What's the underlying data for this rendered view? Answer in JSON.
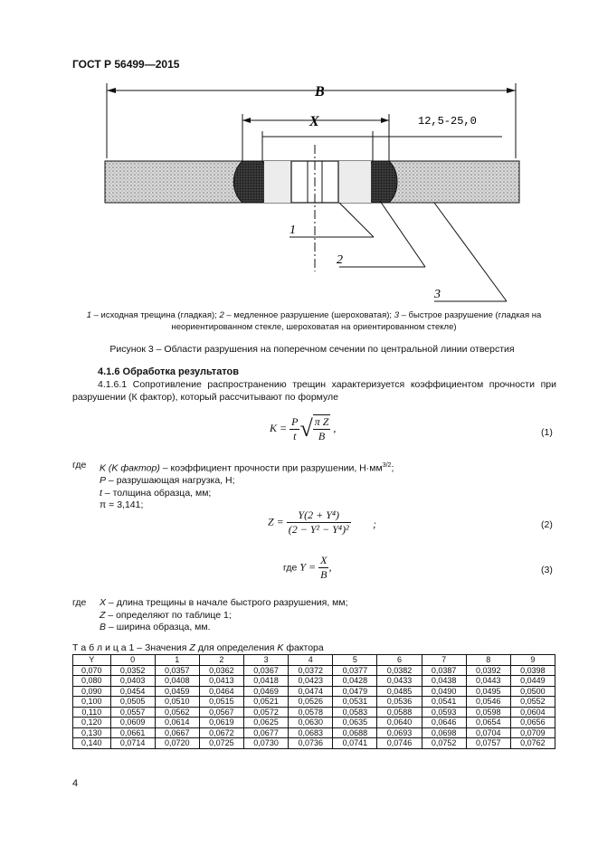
{
  "header": "ГОСТ Р 56499—2015",
  "figure": {
    "label_B": "B",
    "label_X": "X",
    "dimension": "12,5-25,0",
    "label_1": "1",
    "label_2": "2",
    "label_3": "3"
  },
  "caption_legend": {
    "n1": "1",
    "t1": " – исходная трещина (гладкая); ",
    "n2": "2",
    "t2": " – медленное разрушение (шероховатая); ",
    "n3": "3",
    "t3": " – быстрое разрушение (гладкая на неориентированном стекле, шероховатая на ориентированном стекле)"
  },
  "figure_title": "Рисунок 3 – Области разрушения на поперечном сечении по центральной линии отверстия",
  "section_title": "4.1.6 Обработка результатов",
  "paragraph": "4.1.6.1 Сопротивление распространению трещин характеризуется коэффициентом прочности при разрушении (К фактор), который рассчитывают по формуле",
  "formula1": {
    "lhs": "K =",
    "num": "P",
    "den": "t",
    "rad_num": "π Z",
    "rad_den": "B",
    "tail": ",",
    "number": "(1)"
  },
  "definitions1": {
    "where": "где",
    "d1_sym": "K (K фактор)",
    "d1_text": " – коэффициент прочности при разрушении, Н·мм",
    "d1_sup": "3/2",
    "d1_tail": ";",
    "d2_sym": "P",
    "d2_text": " – разрушающая нагрузка, Н;",
    "d3_sym": "t",
    "d3_text": " – толщина образца, мм;",
    "d4": "π = 3,141;"
  },
  "formula2": {
    "lhs": "Z =",
    "num": "Y(2 + Y⁴)",
    "den": "(2 − Y² − Y⁴)²",
    "tail": ";",
    "number": "(2)"
  },
  "formula3": {
    "prefix": "где",
    "lhs": "Y =",
    "num": "X",
    "den": "B",
    "tail": ",",
    "number": "(3)"
  },
  "definitions2": {
    "where": "где",
    "d1_sym": "X",
    "d1_text": " – длина трещины в начале быстрого разрушения,  мм;",
    "d2_sym": "Z",
    "d2_text": " – определяют по таблице 1;",
    "d3_sym": "B",
    "d3_text": " – ширина образца, мм."
  },
  "table_caption": {
    "prefix": "Т а б л и ц а  1 – Значения ",
    "z": "Z",
    "mid": " для определения ",
    "k": "K",
    "suffix": " фактора"
  },
  "table": {
    "headers": [
      "Y",
      "0",
      "1",
      "2",
      "3",
      "4",
      "5",
      "6",
      "7",
      "8",
      "9"
    ],
    "rows": [
      [
        "0,070",
        "0,0352",
        "0,0357",
        "0,0362",
        "0,0367",
        "0,0372",
        "0,0377",
        "0,0382",
        "0,0387",
        "0,0392",
        "0,0398"
      ],
      [
        "0,080",
        "0,0403",
        "0,0408",
        "0,0413",
        "0,0418",
        "0,0423",
        "0,0428",
        "0,0433",
        "0,0438",
        "0,0443",
        "0,0449"
      ],
      [
        "0,090",
        "0,0454",
        "0,0459",
        "0,0464",
        "0,0469",
        "0,0474",
        "0,0479",
        "0,0485",
        "0,0490",
        "0,0495",
        "0,0500"
      ],
      [
        "0,100",
        "0,0505",
        "0,0510",
        "0,0515",
        "0,0521",
        "0,0526",
        "0,0531",
        "0,0536",
        "0,0541",
        "0,0546",
        "0,0552"
      ],
      [
        "0,110",
        "0,0557",
        "0,0562",
        "0,0567",
        "0,0572",
        "0,0578",
        "0,0583",
        "0,0588",
        "0,0593",
        "0,0598",
        "0,0604"
      ],
      [
        "0,120",
        "0,0609",
        "0,0614",
        "0,0619",
        "0,0625",
        "0,0630",
        "0,0635",
        "0,0640",
        "0,0646",
        "0,0654",
        "0,0656"
      ],
      [
        "0,130",
        "0,0661",
        "0,0667",
        "0,0672",
        "0,0677",
        "0,0683",
        "0,0688",
        "0,0693",
        "0,0698",
        "0,0704",
        "0,0709"
      ],
      [
        "0,140",
        "0,0714",
        "0,0720",
        "0,0725",
        "0,0730",
        "0,0736",
        "0,0741",
        "0,0746",
        "0,0752",
        "0,0757",
        "0,0762"
      ]
    ]
  },
  "page_number": "4"
}
